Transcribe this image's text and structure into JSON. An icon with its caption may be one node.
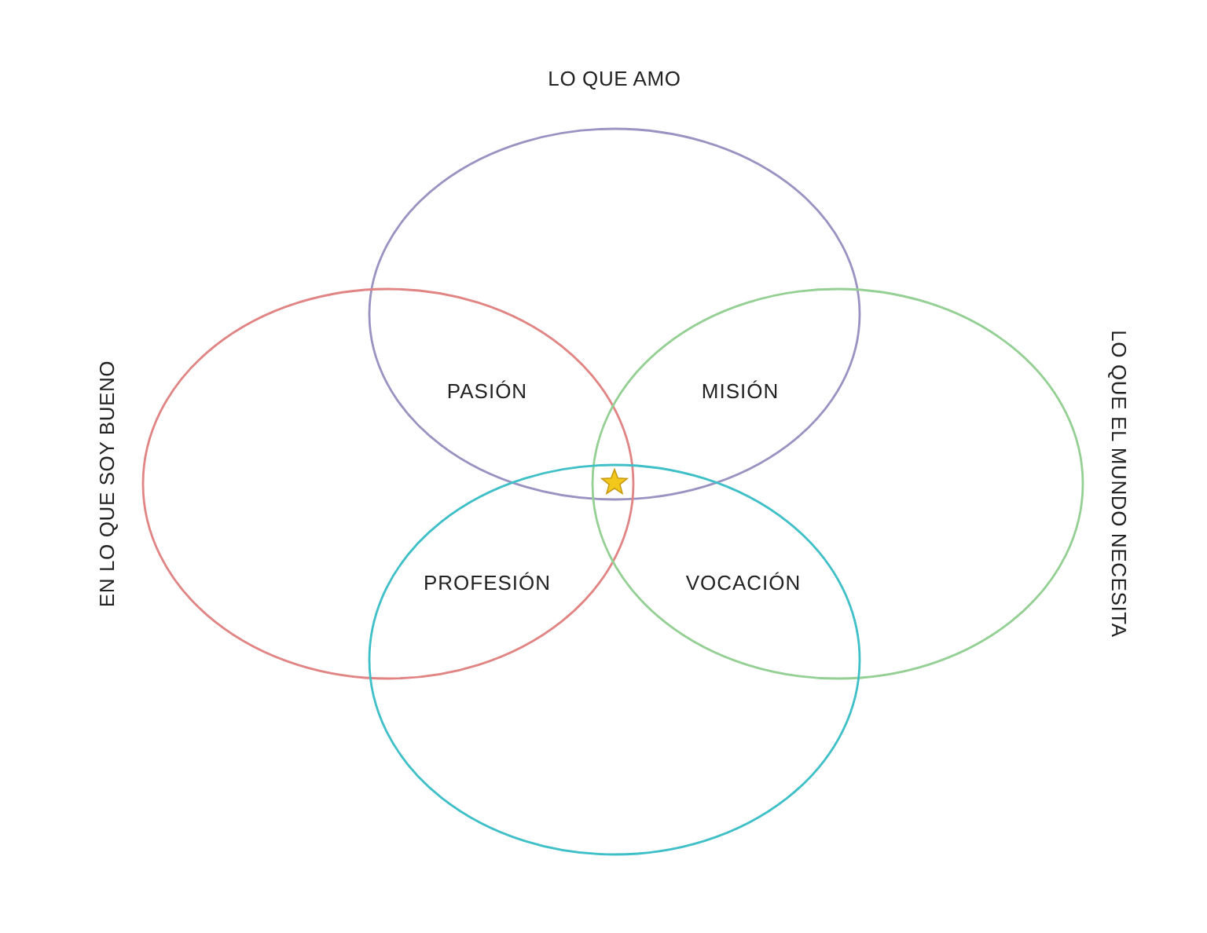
{
  "diagram": {
    "nodes": [
      {
        "text": [
          "LO QUE AMO"
        ]
      },
      {
        "text": [
          "EN LO QUE SOY BUENO"
        ]
      },
      {
        "text": [
          "LO QUE EL MUNDO NECESITA"
        ]
      },
      {
        "text": [],
        "shape": "circle"
      }
    ],
    "edges": [],
    "labels": [
      "PASIÓN",
      "MISIÓN",
      "PROFESIÓN",
      "VOCACIÓN"
    ]
  }
}
